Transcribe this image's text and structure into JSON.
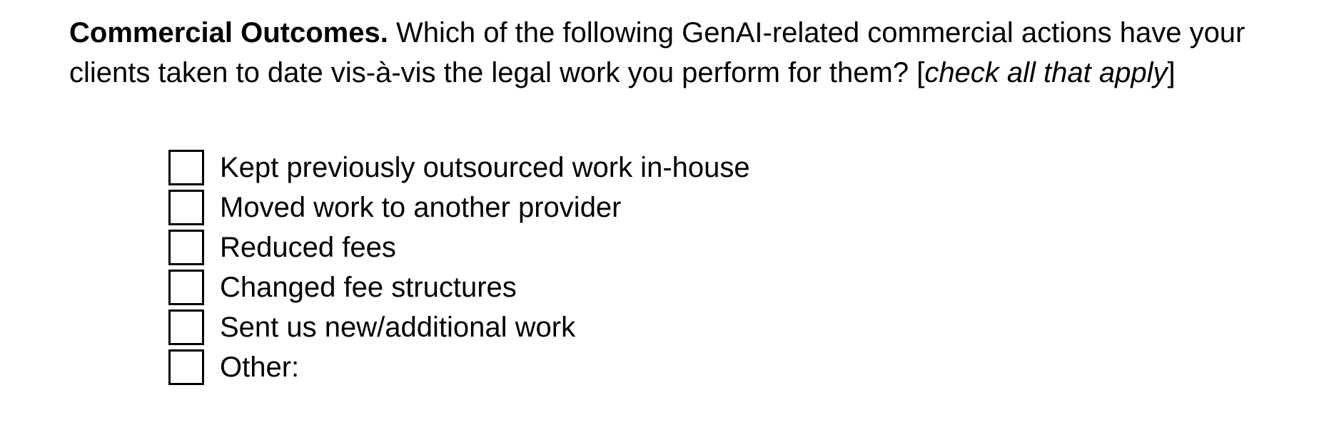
{
  "question": {
    "lead": "Commercial Outcomes.",
    "text": " Which of the following GenAI-related commercial actions have your clients taken to date vis-à-vis the legal work you perform for them? [",
    "instruction": "check all that apply",
    "close": "]"
  },
  "options": [
    {
      "label": "Kept previously outsourced work in-house",
      "checked": false
    },
    {
      "label": "Moved work to another provider",
      "checked": false
    },
    {
      "label": "Reduced fees",
      "checked": false
    },
    {
      "label": "Changed fee structures",
      "checked": false
    },
    {
      "label": "Sent us new/additional work",
      "checked": false
    },
    {
      "label": "Other:",
      "checked": false
    }
  ]
}
